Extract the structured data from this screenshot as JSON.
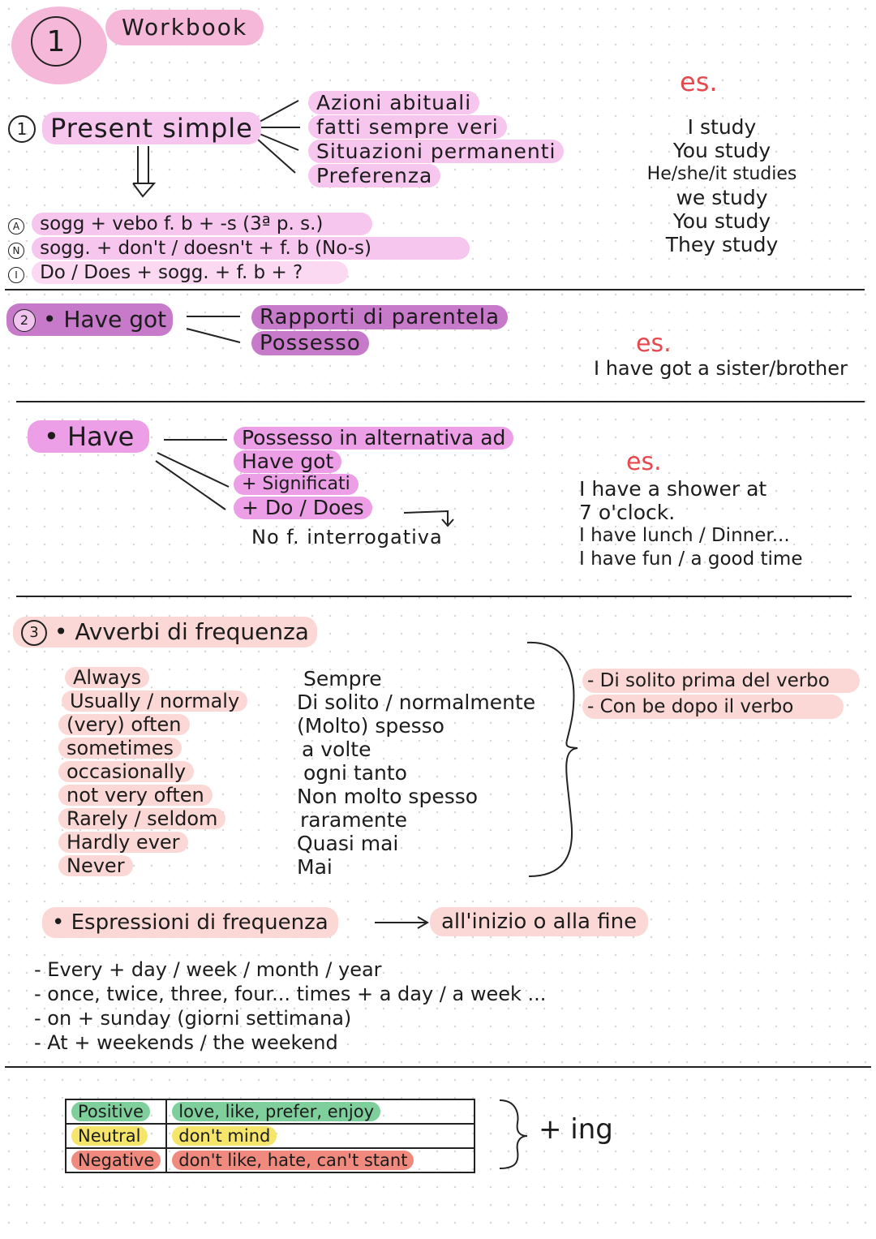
{
  "header": {
    "number": "1",
    "title": "Workbook"
  },
  "colors": {
    "pink": "#f7c6ee",
    "pink_mid": "#ec9fe6",
    "pink_dark": "#c77ac9",
    "red": "#e5484d",
    "green": "#7fcf9d",
    "yellow": "#f5e56b",
    "salmon": "#f08a7f"
  },
  "section1": {
    "number": "1",
    "title": "Present simple",
    "uses": [
      "Azioni abituali",
      "fatti sempre veri",
      "Situazioni permanenti",
      "Preferenza"
    ],
    "rules": [
      {
        "mark": "A",
        "text": "sogg + vebo f. b + -s (3ª p. s.)"
      },
      {
        "mark": "N",
        "text": "sogg. + don't / doesn't + f. b (No-s)"
      },
      {
        "mark": "I",
        "text": "Do / Does + sogg. + f. b + ?"
      }
    ],
    "example_label": "es.",
    "examples": [
      "I study",
      "You study",
      "He/she/it studies",
      "we study",
      "You study",
      "They study"
    ]
  },
  "section2": {
    "number": "2",
    "title": "• Have got",
    "uses": [
      "Rapporti di parentela",
      "Possesso"
    ],
    "example_label": "es.",
    "example": "I have got a sister/brother"
  },
  "section_have": {
    "title": "• Have",
    "uses": [
      "Possesso in alternativa ad",
      "Have got",
      "+ Significati",
      "+ Do / Does"
    ],
    "note": "No f. interrogativa",
    "example_label": "es.",
    "examples": [
      "I have a shower at",
      "7 o'clock.",
      "I have lunch / Dinner...",
      "I have fun / a good time"
    ]
  },
  "section3": {
    "number": "3",
    "title": "• Avverbi di frequenza",
    "adverbs": [
      "Always",
      "Usually / normaly",
      "(very) often",
      "sometimes",
      "occasionally",
      "not very often",
      "Rarely / seldom",
      "Hardly ever",
      "Never"
    ],
    "translations": [
      "Sempre",
      "Di solito / normalmente",
      "(Molto) spesso",
      "a volte",
      "ogni tanto",
      "Non molto spesso",
      "raramente",
      "Quasi mai",
      "Mai"
    ],
    "position_notes": [
      "- Di solito prima del verbo",
      "- Con be dopo il verbo"
    ],
    "expressions_title": "• Espressioni di frequenza",
    "expressions_position": "all'inizio o alla fine",
    "expressions": [
      "- Every + day / week / month / year",
      "- once, twice, three, four...  times + a day / a week ...",
      "- on + sunday (giorni settimana)",
      "- At + weekends / the weekend"
    ]
  },
  "preferences": {
    "rows": [
      {
        "label": "Positive",
        "verbs": "love, like, prefer, enjoy"
      },
      {
        "label": "Neutral",
        "verbs": "don't mind"
      },
      {
        "label": "Negative",
        "verbs": "don't like, hate, can't stant"
      }
    ],
    "suffix": "+ ing"
  }
}
